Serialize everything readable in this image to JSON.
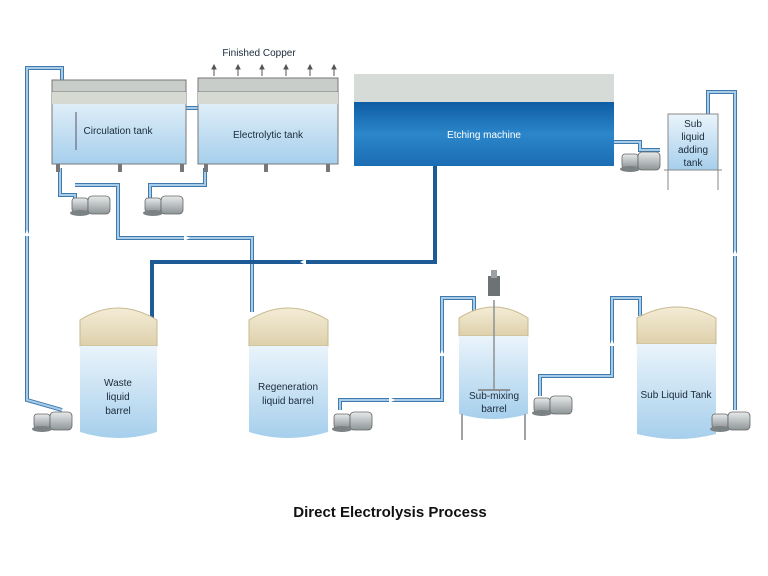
{
  "diagram": {
    "title": "Direct Electrolysis Process",
    "top_label": "Finished Copper",
    "tanks": {
      "circulation": "Circulation tank",
      "electrolytic": "Electrolytic tank",
      "etching": "Etching machine",
      "sub_adding": [
        "Sub",
        "liquid",
        "adding",
        "tank"
      ],
      "waste": [
        "Waste",
        "liquid",
        "barrel"
      ],
      "regeneration": [
        "Regeneration",
        "liquid barrel"
      ],
      "sub_mixing": [
        "Sub-mixing",
        "barrel"
      ],
      "sub_liquid": "Sub Liquid Tank"
    },
    "colors": {
      "pipe": "#3f79ad",
      "pipe_dark": "#1d5a96",
      "water_top": "#e4f1fa",
      "water_bottom": "#a9d2ee",
      "etching_blue": "#1f73b7",
      "lid": "#ece1c3"
    }
  }
}
